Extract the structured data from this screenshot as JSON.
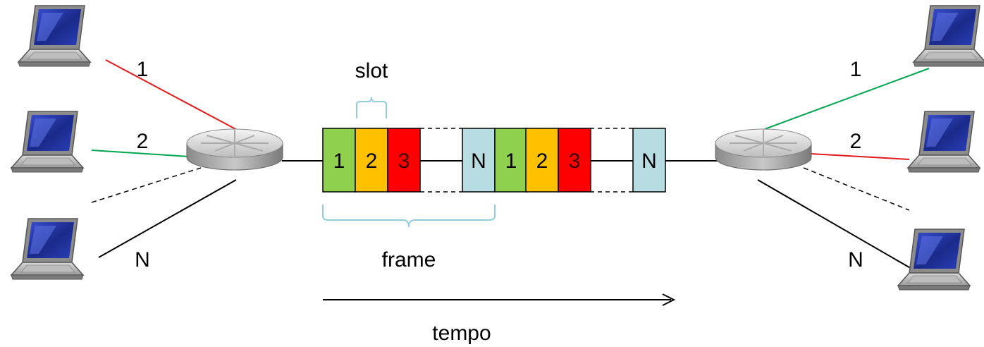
{
  "labels": {
    "slot": "slot",
    "frame": "frame",
    "time": "tempo"
  },
  "left_links": [
    "1",
    "2",
    "N"
  ],
  "right_links": [
    "1",
    "2",
    "N"
  ],
  "frame_slots": [
    {
      "label": "1",
      "color": "#8fd14f"
    },
    {
      "label": "2",
      "color": "#ffc000"
    },
    {
      "label": "3",
      "color": "#ff0000"
    },
    {
      "label": "N",
      "color": "#b7dde2"
    },
    {
      "label": "1",
      "color": "#8fd14f"
    },
    {
      "label": "2",
      "color": "#ffc000"
    },
    {
      "label": "3",
      "color": "#ff0000"
    },
    {
      "label": "N",
      "color": "#b7dde2"
    }
  ],
  "colors": {
    "link_1_left": "#e31a1c",
    "link_2_left": "#00a650",
    "link_1_right": "#00a650",
    "link_2_right": "#e31a1c",
    "bracket": "#b7dde2",
    "line": "#000000"
  },
  "icons": {
    "hosts": "laptop-icon",
    "switch": "router-icon"
  }
}
